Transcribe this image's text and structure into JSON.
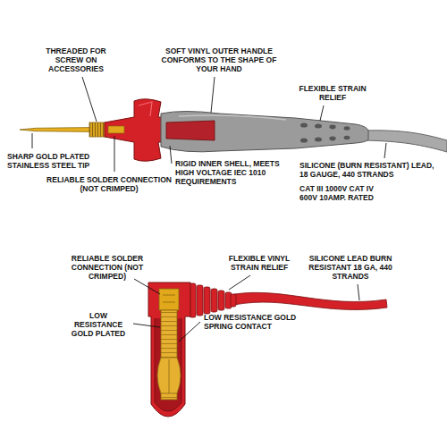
{
  "diagram": {
    "labels": [
      "THREADED FOR SCREW ON ACCESSORIES",
      "SOFT VINYL OUTER HANDLE CONFORMS TO THE SHAPE OF YOUR HAND",
      "FLEXIBLE STRAIN RELIEF",
      "SHARP GOLD PLATED STAINLESS STEEL TIP",
      "RELIABLE SOLDER CONNECTION (NOT CRIMPED)",
      "RIGID INNER SHELL, MEETS HIGH VOLTAGE IEC 1010 REQUIREMENTS",
      "SILICONE (BURN RESISTANT) LEAD, 18 GAUGE, 440 STRANDS",
      "CAT III 1000V CAT IV 600V 10AMP. RATED",
      "RELIABLE SOLDER CONNECTION (NOT CRIMPED)",
      "FLEXIBLE VINYL STRAIN RELIEF",
      "SILICONE LEAD BURN RESISTANT 18 GA, 440 STRANDS",
      "LOW RESISTANCE GOLD PLATED",
      "LOW RESISTANCE GOLD SPRING CONTACT"
    ]
  }
}
